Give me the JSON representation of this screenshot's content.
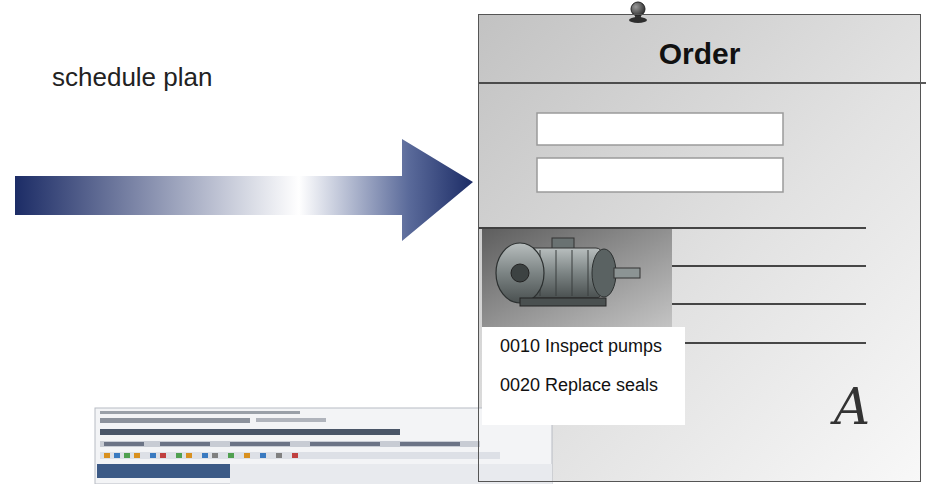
{
  "diagram": {
    "nodes": [
      {
        "text": [
          "Order"
        ]
      },
      {
        "text": [
          "0010 Inspect pumps",
          "0020 Replace seals"
        ],
        "in": 0
      }
    ],
    "labels": [
      "schedule plan",
      "A"
    ]
  }
}
